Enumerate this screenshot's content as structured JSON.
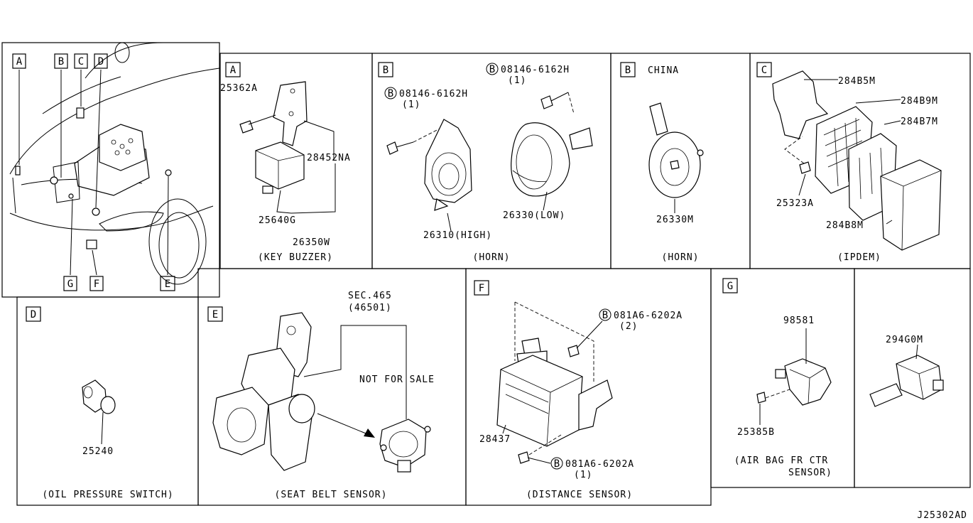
{
  "overview": {
    "callouts": [
      "A",
      "B",
      "C",
      "D",
      "E",
      "F",
      "G"
    ]
  },
  "panels": {
    "a": {
      "letter": "A",
      "parts": [
        "25362A",
        "28452NA",
        "25640G",
        "26350W"
      ],
      "caption": "(KEY BUZZER)"
    },
    "b1": {
      "letter": "B",
      "bolt_top": "08146-6162H",
      "bolt_top_qty": "(1)",
      "bolt_left": "08146-6162H",
      "bolt_left_qty": "(1)",
      "parts": [
        "26310(HIGH)",
        "26330(LOW)"
      ],
      "caption": "(HORN)"
    },
    "b2": {
      "letter": "B",
      "note": "CHINA",
      "parts": [
        "26330M"
      ],
      "caption": "(HORN)"
    },
    "c": {
      "letter": "C",
      "parts": [
        "284B5M",
        "284B9M",
        "284B7M",
        "25323A",
        "284B8M"
      ],
      "caption": "(IPDEM)"
    },
    "d": {
      "letter": "D",
      "parts": [
        "25240"
      ],
      "caption": "(OIL PRESSURE SWITCH)"
    },
    "e": {
      "letter": "E",
      "sec": "SEC.465",
      "sec_ref": "(46501)",
      "note": "NOT FOR SALE",
      "caption": "(SEAT BELT SENSOR)"
    },
    "f": {
      "letter": "F",
      "bolt_top": "081A6-6202A",
      "bolt_top_qty": "(2)",
      "bolt_bottom": "081A6-6202A",
      "bolt_bottom_qty": "(1)",
      "parts": [
        "28437"
      ],
      "caption": "(DISTANCE SENSOR)"
    },
    "g": {
      "letter": "G",
      "parts": [
        "98581",
        "25385B"
      ],
      "caption_line1": "(AIR BAG FR CTR",
      "caption_line2": "SENSOR)"
    },
    "h": {
      "parts": [
        "294G0M"
      ]
    }
  },
  "bolt_symbol": "B",
  "diagram_id": "J25302AD"
}
